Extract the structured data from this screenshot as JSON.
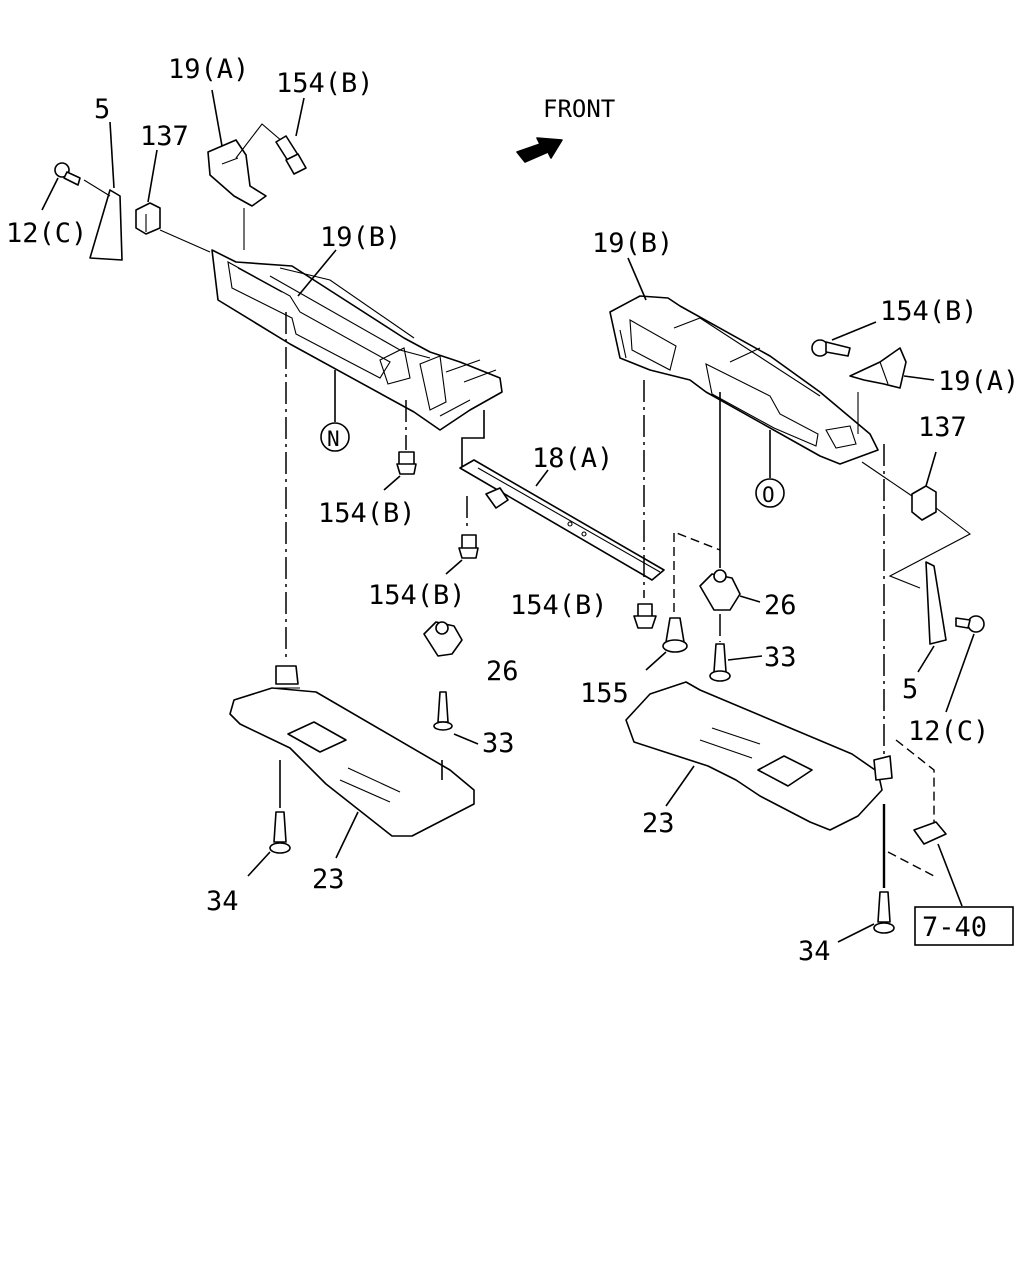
{
  "front_label": "FRONT",
  "ref_box": "7-40",
  "labels": {
    "l_19a": "19(A)",
    "l_154b_top": "154(B)",
    "l_5": "5",
    "l_137": "137",
    "l_12c": "12(C)",
    "l_19b": "19(B)",
    "l_n": "N",
    "l_154b_mid": "154(B)",
    "l_154b_low": "154(B)",
    "l_26": "26",
    "l_33": "33",
    "l_23": "23",
    "l_34": "34",
    "l_18a": "18(A)",
    "r_19b": "19(B)",
    "r_154b_top": "154(B)",
    "r_19a": "19(A)",
    "r_137": "137",
    "r_o": "O",
    "r_154b": "154(B)",
    "r_26": "26",
    "r_33": "33",
    "r_155": "155",
    "r_5": "5",
    "r_12c": "12(C)",
    "r_23": "23",
    "r_34": "34"
  }
}
